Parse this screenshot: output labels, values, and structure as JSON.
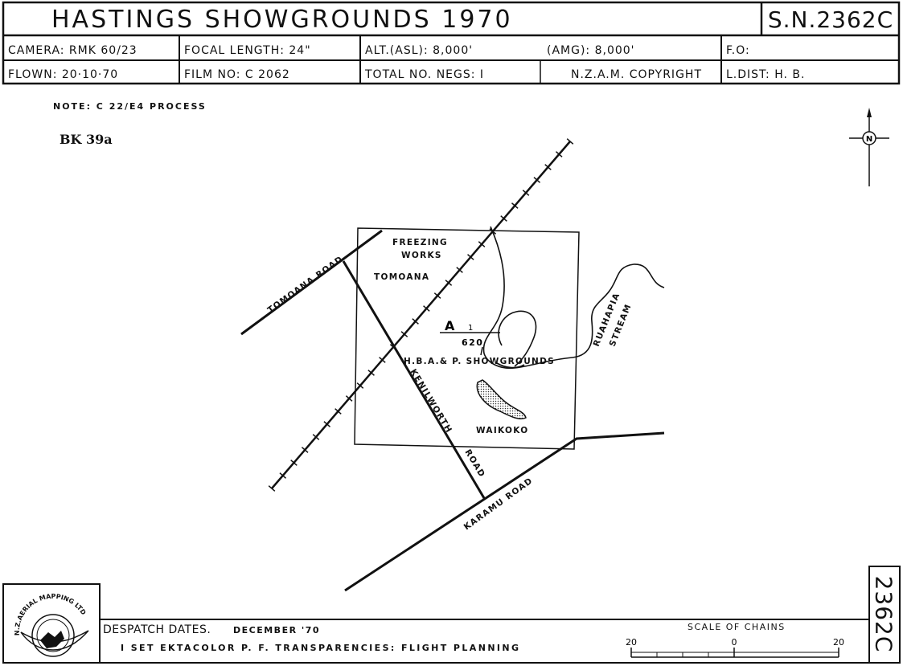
{
  "header": {
    "title": "HASTINGS   SHOWGROUNDS   1970",
    "sn": "S.N.2362C",
    "camera": "CAMERA:  RMK 60/23",
    "focal": "FOCAL  LENGTH: 24\"",
    "alt": "ALT.(ASL): 8,000'",
    "amg": "(AMG): 8,000'",
    "fo": "F.O:",
    "flown": "FLOWN:  20·10·70",
    "film": "FILM  NO: C 2062",
    "negs": "TOTAL  NO.  NEGS:  I",
    "copyright": "N.Z.A.M.   COPYRIGHT",
    "ldist": "L.DIST:  H. B."
  },
  "note": "NOTE:  C 22/E4  PROCESS",
  "ref": "BK 39a",
  "map": {
    "north": "N",
    "freezing": "FREEZING",
    "works": "WORKS",
    "tomoana": "TOMOANA",
    "tomoana_road": "TOMOANA   ROAD",
    "photo_letter": "A",
    "photo_tick": "1",
    "photo_num": "620",
    "showgrounds": "H.B.A.& P.  SHOWGROUNDS",
    "kenilworth": "KENILWORTH",
    "road": "ROAD",
    "waikoko": "WAIKOKO",
    "ruahapia": "RUAHAPIA",
    "stream": "STREAM",
    "karamu_road": "KARAMU   ROAD"
  },
  "footer": {
    "logo_text": "N.Z.AERIAL MAPPING LTD",
    "despatch_label": "DESPATCH  DATES.",
    "despatch_value": "DECEMBER  '70",
    "set_line": "I  SET  EKTACOLOR   P. F.  TRANSPARENCIES:  FLIGHT  PLANNING",
    "scale_title": "SCALE  OF  CHAINS",
    "scale_left": "20",
    "scale_mid": "0",
    "scale_right": "20",
    "sn_vertical": "2362C"
  }
}
